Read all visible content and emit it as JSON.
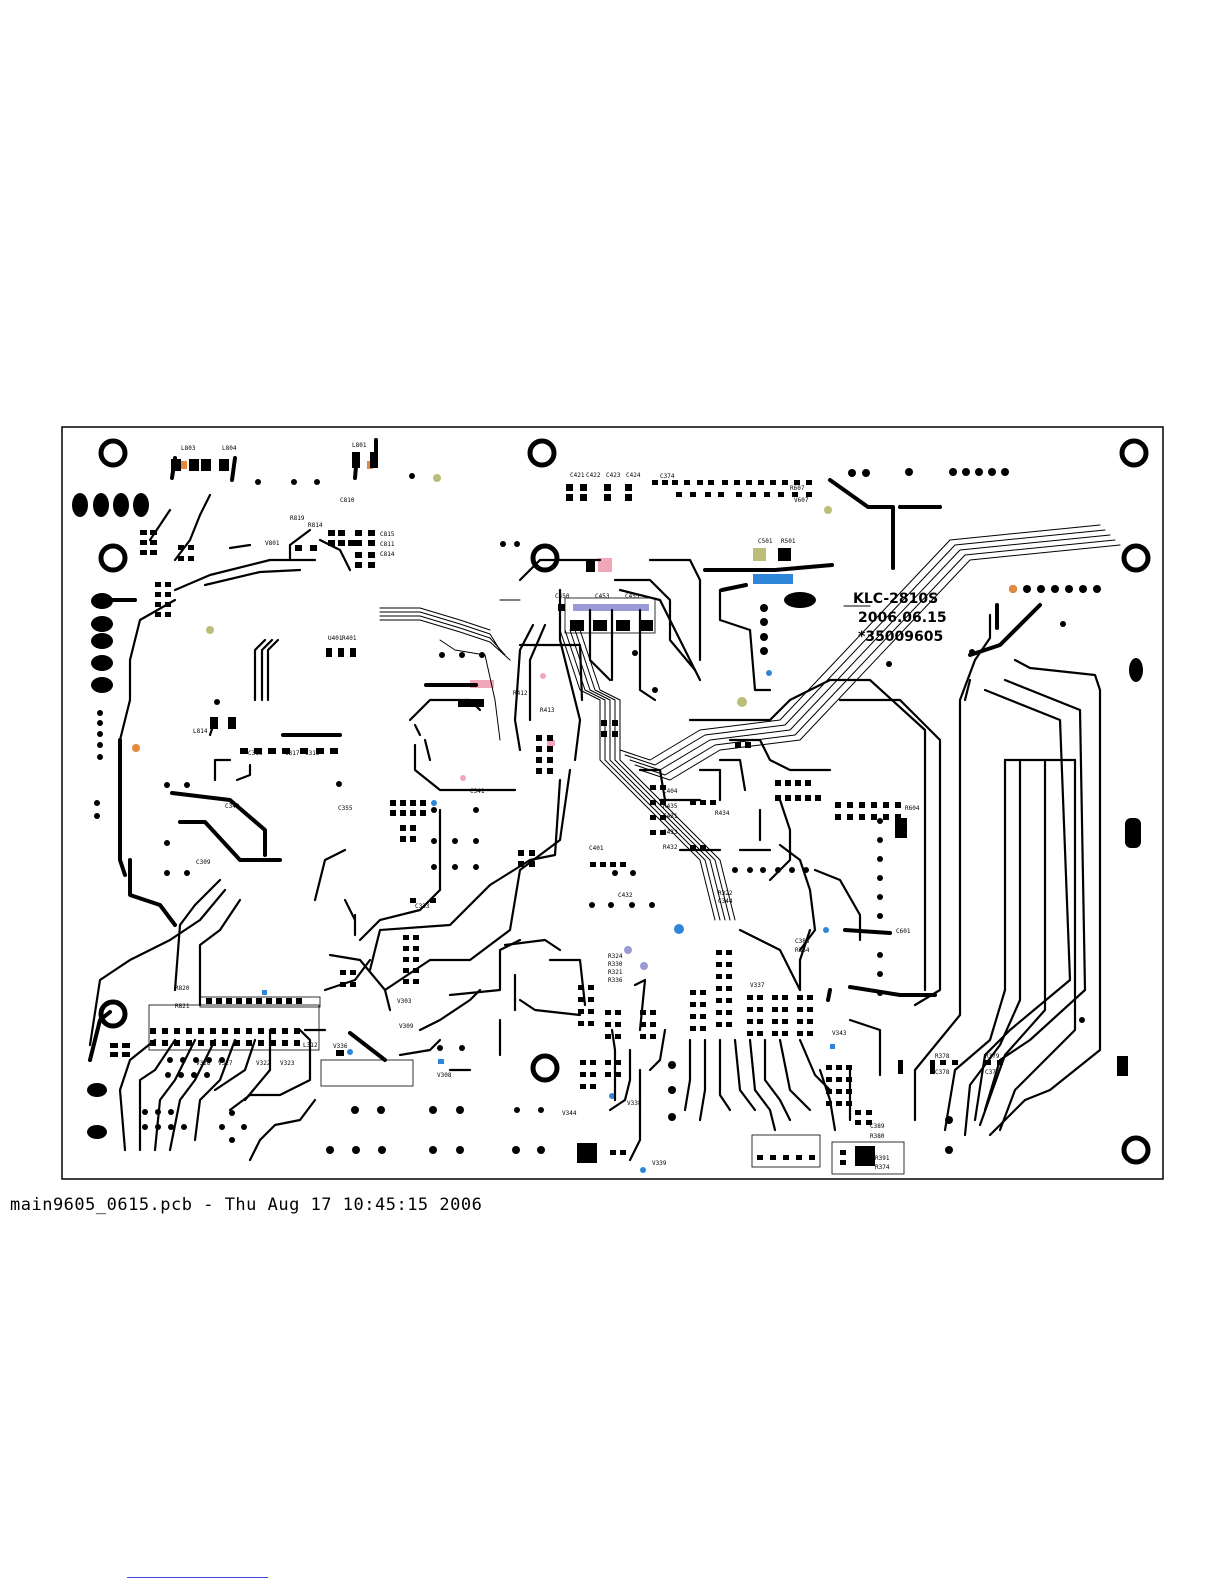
{
  "caption": "main9605_0615.pcb - Thu Aug 17 10:45:15 2006",
  "board_marking": {
    "line1": "KLC-2810S",
    "line2": "2006.06.15",
    "line3": "*35009605"
  },
  "labels": {
    "l803": "L803",
    "l804": "L804",
    "l801": "L801",
    "r819": "R819",
    "r814": "R814",
    "v801": "V801",
    "c810": "C810",
    "c815": "C815",
    "c814": "C814",
    "c811": "C811",
    "l814": "L814",
    "c318": "C318",
    "c317": "C317",
    "c316": "C316",
    "c309": "C309",
    "v303": "V303",
    "c355": "C355",
    "c340": "C340",
    "c333": "C333",
    "c341": "C341",
    "c421": "C421",
    "c422": "C422",
    "c423": "C423",
    "c424": "C424",
    "c374": "C374",
    "r324": "R324",
    "r330": "R330",
    "r321": "R321",
    "r336": "R336",
    "r322": "R322",
    "c344": "C344",
    "c383": "C383",
    "r364": "R364",
    "c389": "C389",
    "r380": "R380",
    "r391": "R391",
    "r374": "R374",
    "v308": "V308",
    "v309": "V309",
    "v336": "V336",
    "v338": "V338",
    "v339": "V339",
    "v343": "V343",
    "v344": "V344",
    "v337": "V337",
    "l312": "L312",
    "v323": "V323",
    "v322": "V322",
    "v328": "V328",
    "v327": "V327",
    "r820": "R820",
    "r821": "R821",
    "c401": "C401",
    "c404": "C404",
    "c431": "C431",
    "c433": "C433",
    "r435": "R435",
    "r434": "R434",
    "r432": "R432",
    "c432": "C432",
    "r412": "R412",
    "r413": "R413",
    "u401": "U401",
    "r401": "R401",
    "c450": "C450",
    "c453": "C453",
    "c455": "C455",
    "c501": "C501",
    "r501": "R501",
    "r607": "R607",
    "v607": "V607",
    "c601": "C601",
    "r378": "R378",
    "r379": "R379",
    "c378": "C378",
    "c379": "C379",
    "r604": "R604"
  },
  "colors": {
    "copper": "#000000",
    "pad_orange": "#e48a3a",
    "pad_olive": "#bdbd7a",
    "pad_blue": "#2f86d8",
    "pad_pink": "#f2a7b8",
    "pad_lavender": "#9a9ad6",
    "board_outline": "#000000",
    "link_underline": "#3b4bd8"
  }
}
